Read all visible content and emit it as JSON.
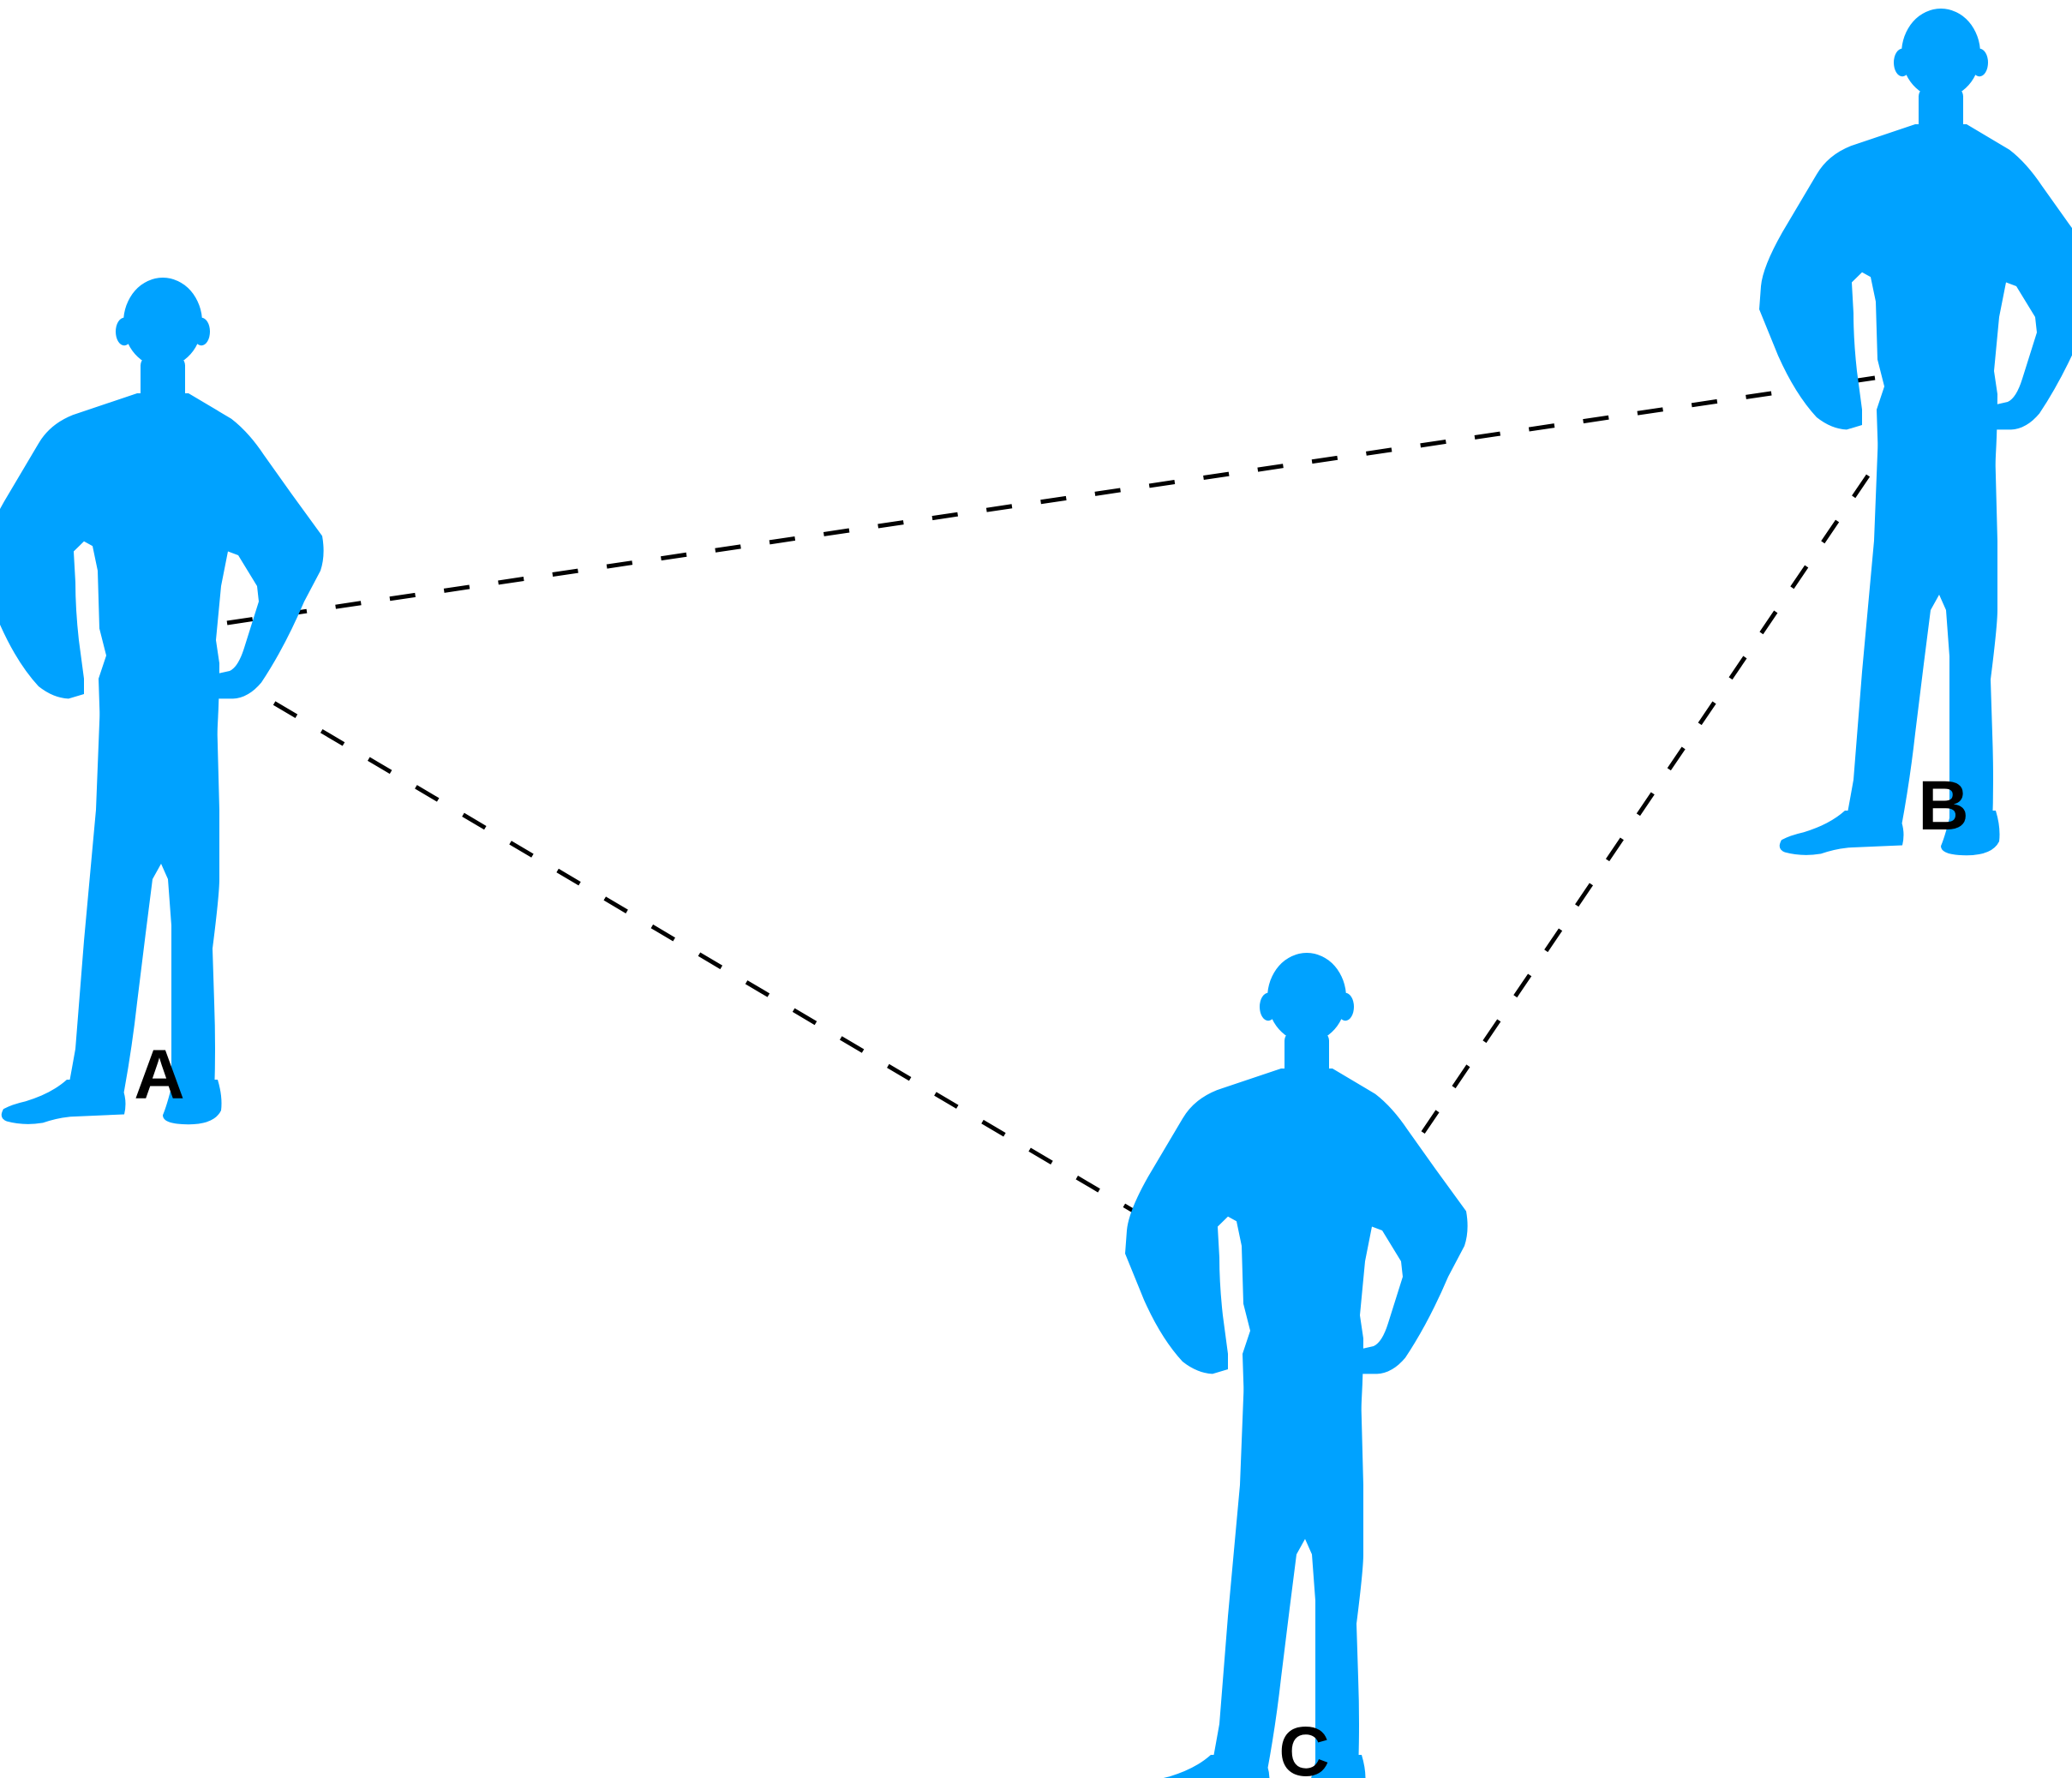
{
  "colors": {
    "figure": "#00a2ff",
    "line": "#000000",
    "label": "#000000",
    "background": "#ffffff"
  },
  "people": [
    {
      "id": "A",
      "label": "A",
      "icon": "person-silhouette-icon"
    },
    {
      "id": "B",
      "label": "B",
      "icon": "person-silhouette-icon"
    },
    {
      "id": "C",
      "label": "C",
      "icon": "person-silhouette-icon"
    }
  ],
  "connections": [
    {
      "from": "A",
      "to": "B",
      "style": "dashed"
    },
    {
      "from": "A",
      "to": "C",
      "style": "dashed"
    },
    {
      "from": "B",
      "to": "C",
      "style": "dashed"
    }
  ]
}
